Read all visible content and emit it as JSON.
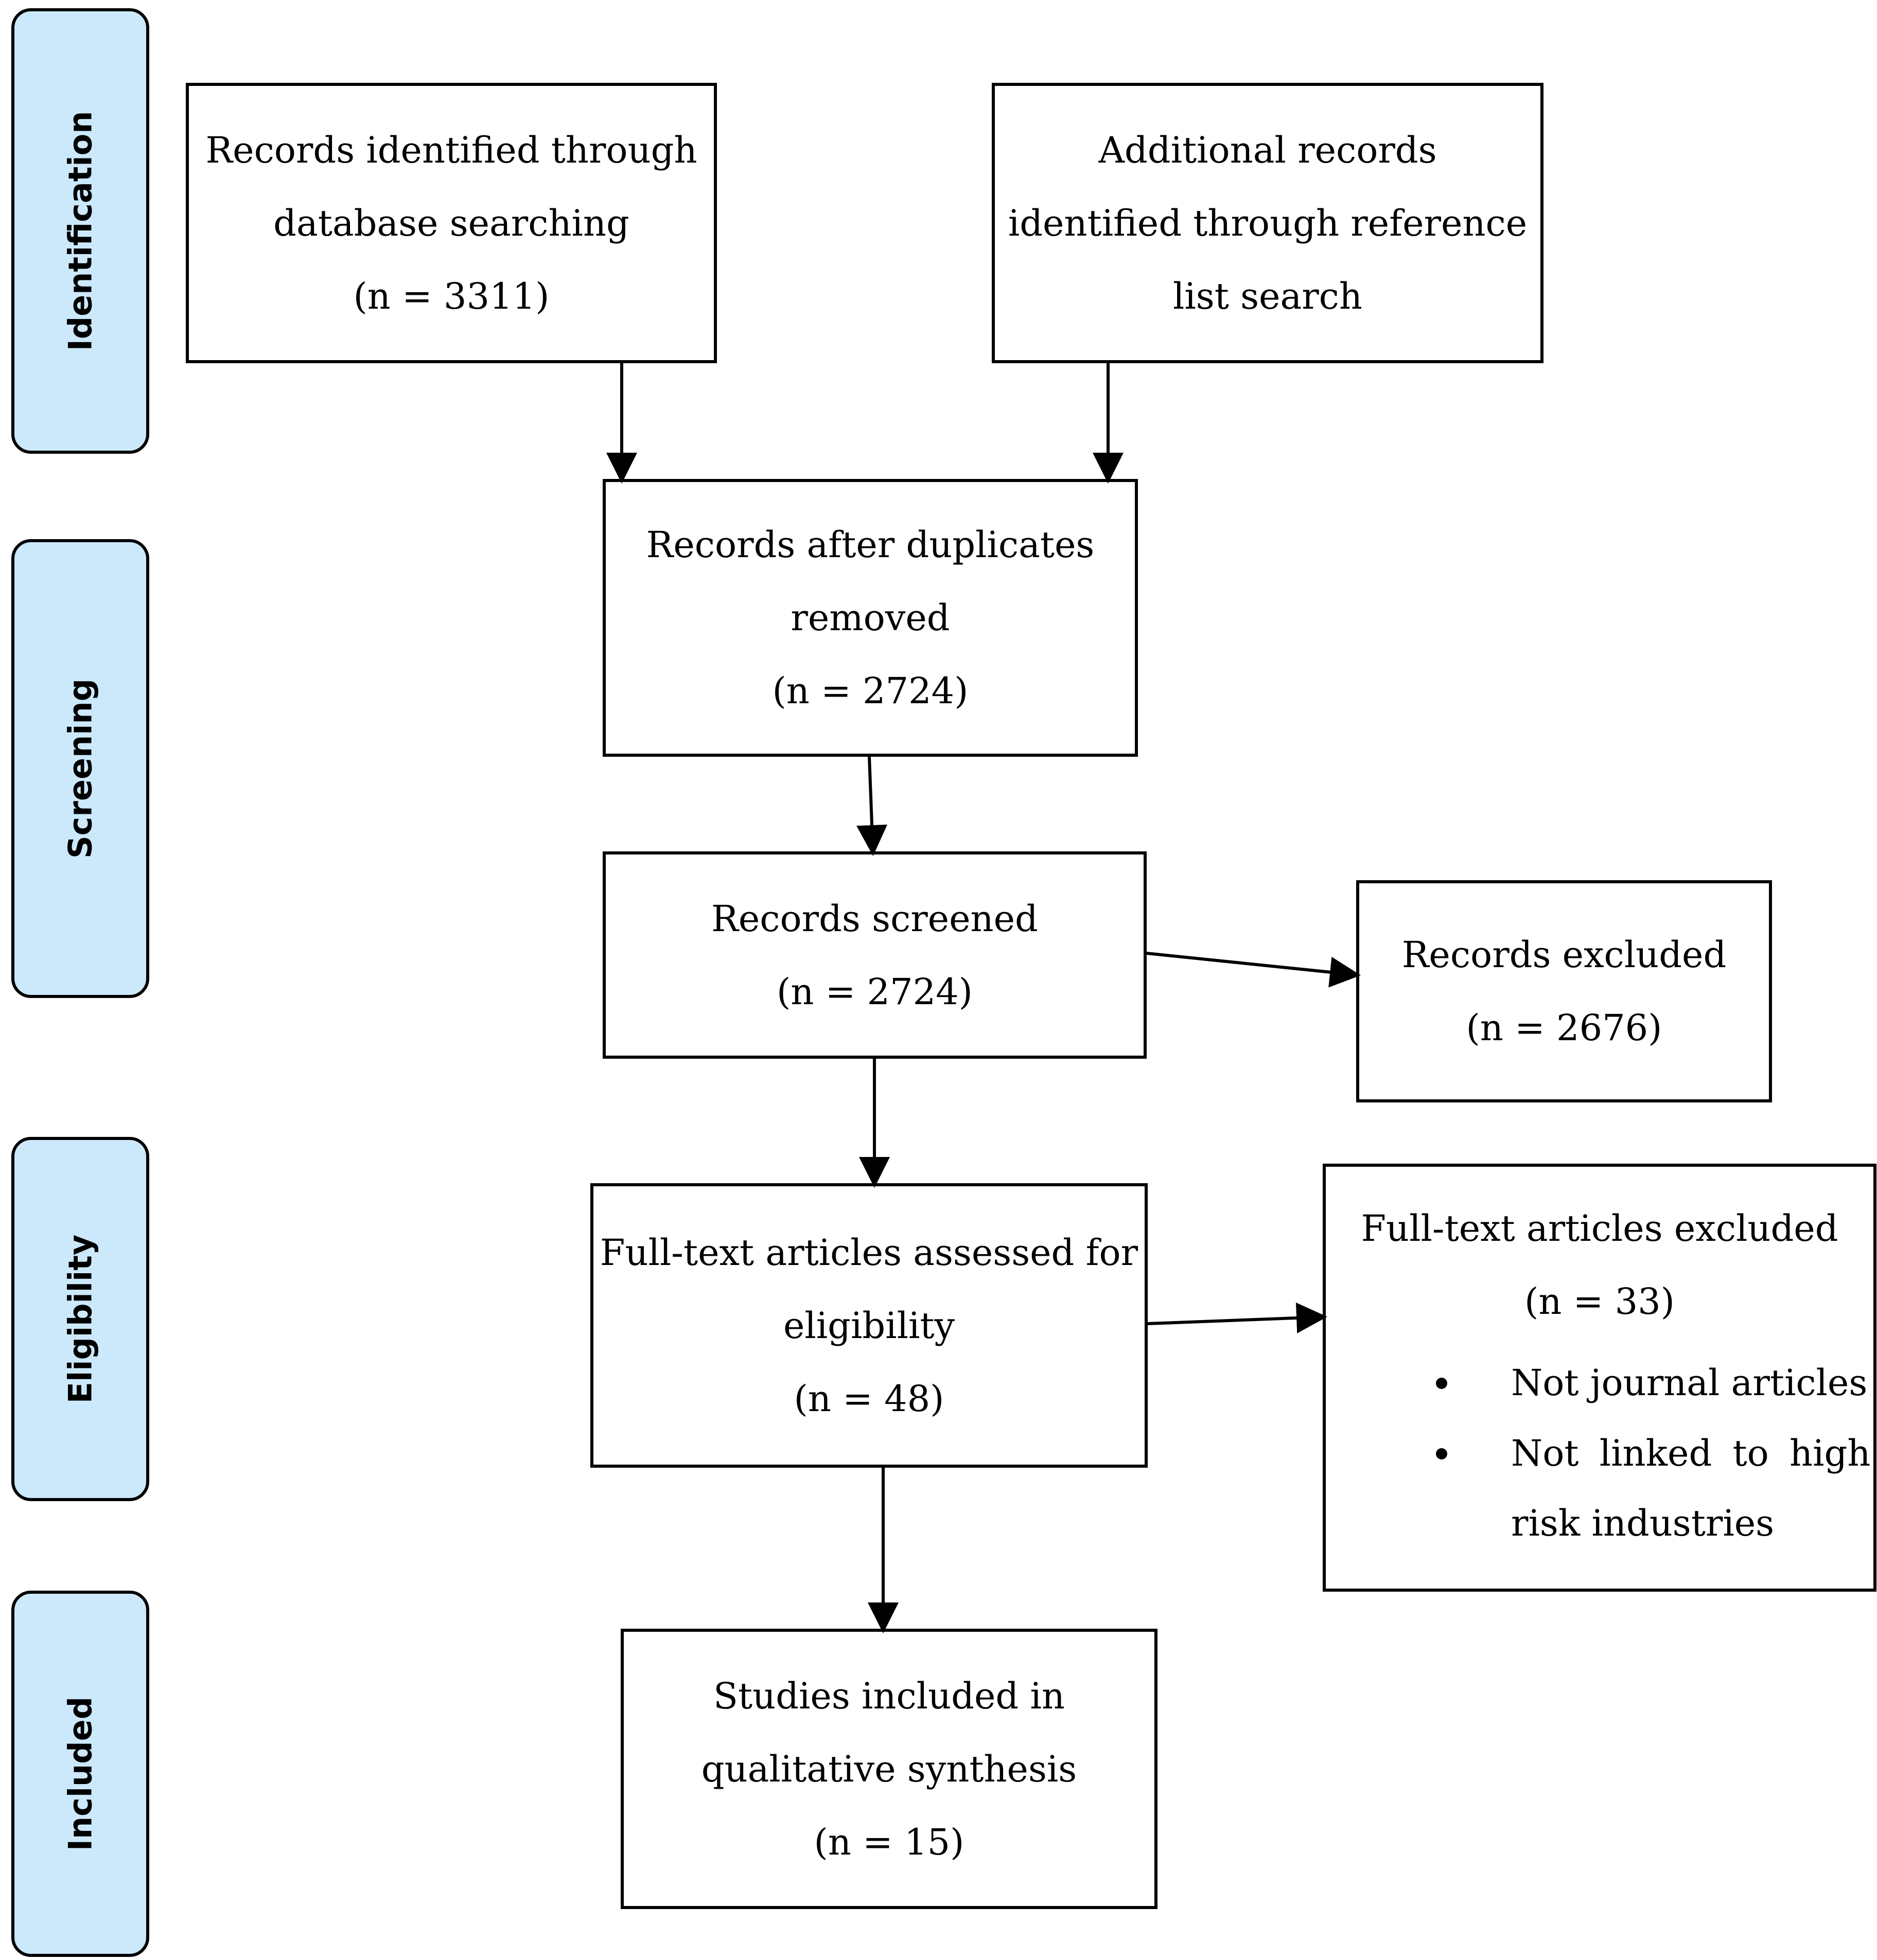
{
  "phases": {
    "identification": "Identification",
    "screening": "Screening",
    "eligibility": "Eligibility",
    "included": "Included"
  },
  "boxes": {
    "database_search": {
      "line1": "Records identified through",
      "line2": "database searching",
      "count": "(n = 3311)"
    },
    "reference_search": {
      "line1": "Additional records",
      "line2": "identified through reference",
      "line3": "list search"
    },
    "duplicates_removed": {
      "line1": "Records after duplicates",
      "line2": "removed",
      "count": "(n = 2724)"
    },
    "records_screened": {
      "line1": "Records screened",
      "count": "(n = 2724)"
    },
    "records_excluded": {
      "line1": "Records excluded",
      "count": "(n = 2676)"
    },
    "fulltext_assessed": {
      "line1": "Full-text articles assessed for",
      "line2": "eligibility",
      "count": "(n = 48)"
    },
    "fulltext_excluded": {
      "line1": "Full-text articles excluded",
      "count": "(n = 33)",
      "reasons": [
        "Not journal articles",
        "Not linked to high",
        "risk industries"
      ]
    },
    "studies_included": {
      "line1": "Studies included in",
      "line2": "qualitative synthesis",
      "count": "(n = 15)"
    }
  }
}
